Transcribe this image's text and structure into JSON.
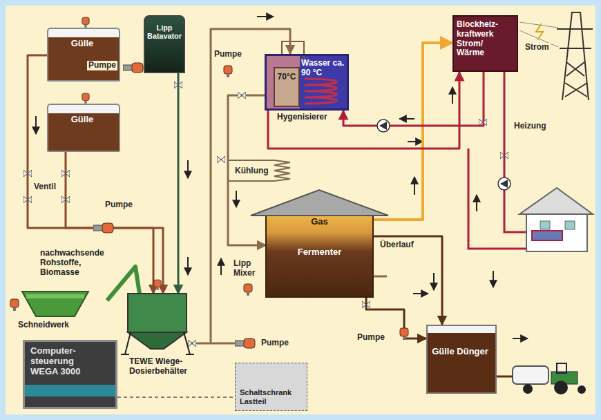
{
  "diagram": {
    "nodes": [
      {
        "text": [
          "Gülle"
        ]
      },
      {
        "text": [
          "Lipp Batavator"
        ]
      },
      {
        "text": [
          "Wasser ca. 90 °C",
          "Hygenisierer"
        ]
      },
      {
        "text": [
          "70°C"
        ],
        "in": 2
      },
      {
        "text": [
          "Blockheiz- kraftwerk Strom/ Wärme"
        ]
      },
      {
        "text": [
          "Gülle"
        ]
      },
      {
        "text": [
          "Gas",
          "Fermenter"
        ]
      },
      {
        "text": [
          "nachwachsende Rohstoffe, Biomasse",
          "Schneidwerk"
        ]
      },
      {
        "text": [
          "TEWE Wiege-Dosierbehälter"
        ]
      },
      {
        "text": [
          "Gülle Dünger"
        ]
      },
      {
        "text": [
          "Computer- steuerung WEGA 3000"
        ]
      },
      {
        "text": [
          "Schaltschrank Lastteil"
        ]
      }
    ],
    "edges": [
      {
        "from": 0,
        "to": 8,
        "arrow": "to"
      },
      {
        "from": 5,
        "to": 8,
        "arrow": "to"
      },
      {
        "from": 1,
        "to": 8,
        "arrow": "to"
      },
      {
        "from": 7,
        "to": 8,
        "arrow": "none"
      },
      {
        "from": 8,
        "to": 2,
        "arrow": "to"
      },
      {
        "from": 2,
        "to": 6,
        "arrow": "to"
      },
      {
        "from": 6,
        "to": 4,
        "arrow": "to"
      },
      {
        "from": 4,
        "to": 2,
        "arrow": "to"
      },
      {
        "from": 2,
        "to": 4,
        "arrow": "to"
      },
      {
        "from": 6,
        "to": 9,
        "arrow": "to"
      },
      {
        "from": 6,
        "to": 9,
        "arrow": "to"
      },
      {
        "from": 10,
        "to": 11,
        "arrow": "none"
      }
    ],
    "labels": [
      "Pumpe",
      "Pumpe",
      "Ventil",
      "Pumpe",
      "Kühlung",
      "Lipp Mixer",
      "Überlauf",
      "Pumpe",
      "Pumpe",
      "Heizung",
      "Strom"
    ]
  }
}
